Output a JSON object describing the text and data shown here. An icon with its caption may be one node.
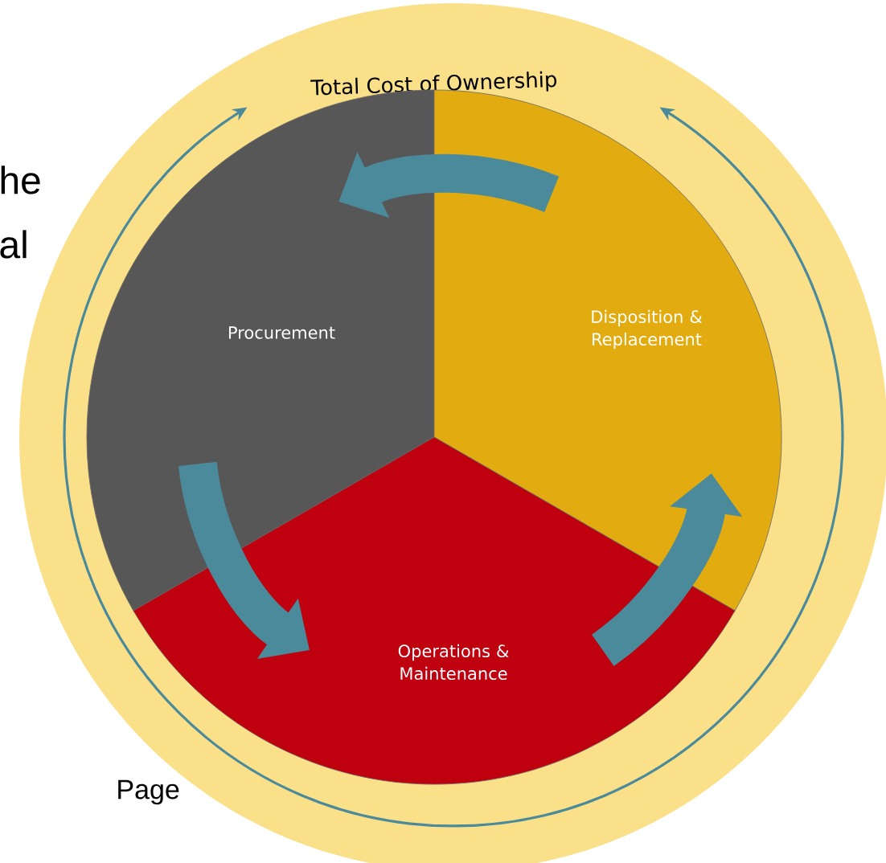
{
  "diagram": {
    "nodes": [
      {
        "text": [
          "Total Cost of Ownership"
        ]
      },
      {
        "text": [
          "Procurement"
        ],
        "in": 0
      },
      {
        "text": [
          "Disposition & Replacement"
        ],
        "in": 0
      },
      {
        "text": [
          "Operations & Maintenance"
        ],
        "in": 0
      }
    ],
    "edges": [
      {
        "from": 2,
        "to": 1,
        "arrow": "to"
      },
      {
        "from": 1,
        "to": 3,
        "arrow": "to"
      },
      {
        "from": 3,
        "to": 2,
        "arrow": "to"
      }
    ],
    "labels": [
      "he",
      "al",
      "Page"
    ]
  }
}
